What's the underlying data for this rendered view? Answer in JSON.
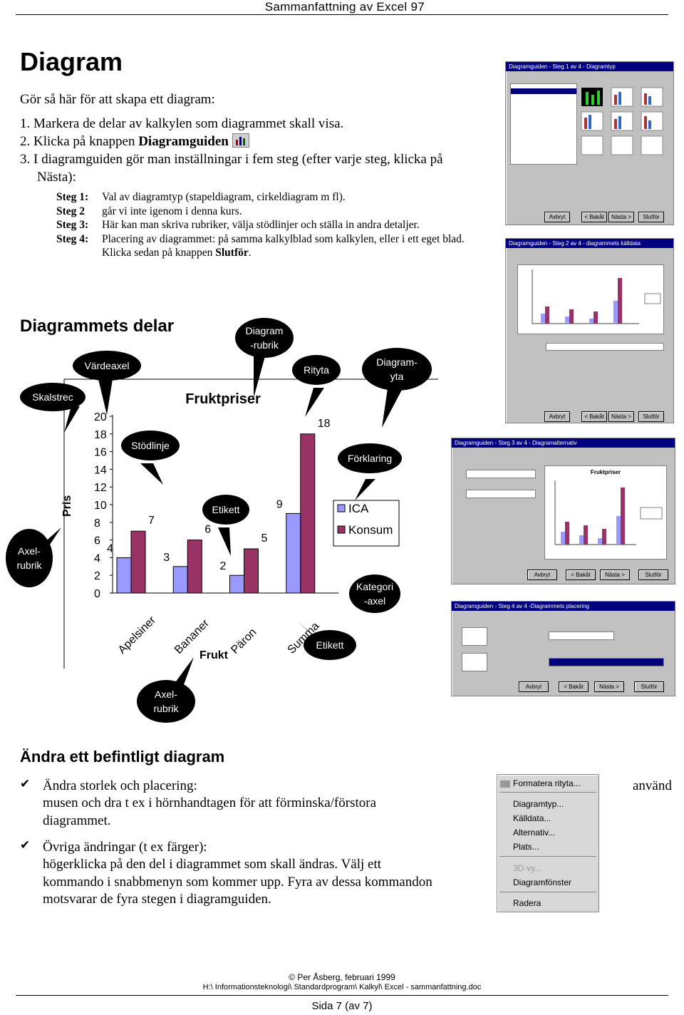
{
  "header": {
    "title": "Sammanfattning av Excel 97"
  },
  "section1": {
    "heading": "Diagram",
    "intro": "Gör så här för att skapa ett diagram:",
    "step1": "1.  Markera de delar av kalkylen som diagrammet skall visa.",
    "step2_prefix": "2.  Klicka på knappen ",
    "step2_bold": "Diagramguiden",
    "step3_line1": "3.  I diagramguiden gör man inställningar i fem steg (efter varje steg, klicka på",
    "step3_line2": "Nästa):",
    "steg": [
      {
        "label": "Steg 1:",
        "text": "Val av diagramtyp (stapeldiagram, cirkeldiagram m fl)."
      },
      {
        "label": "Steg 2",
        "text": "går vi inte igenom i denna kurs."
      },
      {
        "label": "Steg 3:",
        "text": "Här kan man skriva rubriker, välja stödlinjer och ställa in andra  detaljer."
      },
      {
        "label": "Steg 4:",
        "text": "Placering av diagrammet: på samma kalkylblad som kalkylen, eller i ett eget blad."
      }
    ],
    "steg4_line2_prefix": "Klicka sedan på knappen ",
    "steg4_line2_bold": "Slutför",
    "steg4_line2_suffix": "."
  },
  "section2": {
    "heading": "Diagrammets delar",
    "callouts": {
      "vardeaxel": "Värdeaxel",
      "skalstrec": "Skalstrec",
      "diagramrubrik_1": "Diagram",
      "diagramrubrik_2": "-rubrik",
      "rityta": "Rityta",
      "diagramyta_1": "Diagram-",
      "diagramyta_2": "yta",
      "stodlinje": "Stödlinje",
      "etikett_top": "Etikett",
      "forklaring": "Förklaring",
      "axelrubrik_left_1": "Axel-",
      "axelrubrik_left_2": "rubrik",
      "kategoriaxel_1": "Kategori",
      "kategoriaxel_2": "-axel",
      "etikett_bottom": "Etikett",
      "axelrubrik_bottom_1": "Axel-",
      "axelrubrik_bottom_2": "rubrik"
    }
  },
  "chart_data": {
    "type": "bar",
    "title": "Fruktpriser",
    "xlabel": "Frukt",
    "ylabel": "Pris",
    "categories": [
      "Apelsiner",
      "Bananer",
      "Päron",
      "Summa"
    ],
    "series": [
      {
        "name": "ICA",
        "values": [
          4,
          3,
          2,
          9
        ],
        "color": "#9999ff"
      },
      {
        "name": "Konsum",
        "values": [
          7,
          6,
          5,
          18
        ],
        "color": "#993366"
      }
    ],
    "ylim": [
      0,
      20
    ],
    "yticks": [
      "20",
      "18",
      "16",
      "14",
      "12",
      "10",
      "8",
      "6",
      "4",
      "2",
      "0"
    ],
    "legend": "right",
    "data_labels": true
  },
  "screenshots": {
    "s1_title": "Diagramguiden - Steg 1 av 4 - Diagramtyp",
    "s2_title": "Diagramguiden - Steg 2 av 4 - diagrammets källdata",
    "s3_title": "Diagramguiden - Steg 3 av 4 - Diagramalternativ",
    "s4_title": "Diagramguiden - Steg 4 av 4 -Diagrammets placering",
    "s3_chart_title": "Fruktpriser",
    "btn_avbryt": "Avbryt",
    "btn_bakat": "< Bakåt",
    "btn_nasta": "Nästa >",
    "btn_slutfor": "Slutför"
  },
  "section3": {
    "heading": "Ändra ett befintligt diagram",
    "item1_title": "Ändra storlek och placering:",
    "item1_l1": "musen och dra t ex i hörnhandtagen för att förminska/förstora",
    "item1_l2": "diagrammet.",
    "anvand": "använd",
    "item2_title": "Övriga ändringar (t ex färger):",
    "item2_l1": "högerklicka på den del i diagrammet som skall ändras. Välj ett",
    "item2_l2": "kommando i snabbmenyn som kommer upp. Fyra av dessa kommandon",
    "item2_l3": "motsvarar de fyra stegen i diagramguiden.",
    "menu": [
      "Formatera rityta...",
      "Diagramtyp...",
      "Källdata...",
      "Alternativ...",
      "Plats...",
      "3D-vy...",
      "Diagramfönster",
      "Radera"
    ]
  },
  "footer": {
    "author": "© Per Åsberg, februari 1999",
    "path": "H:\\ Informationsteknologi\\ Standardprogram\\ Kalkyl\\ Excel - sammanfattning.doc",
    "page": "Sida 7 (av 7)"
  }
}
